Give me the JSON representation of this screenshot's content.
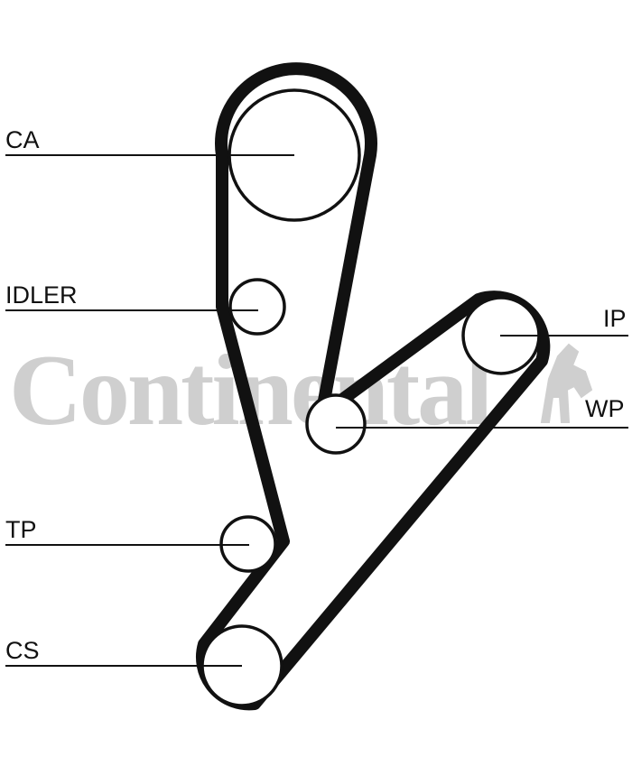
{
  "brand": {
    "watermark": "Continental"
  },
  "labels": {
    "ca": "CA",
    "idler": "IDLER",
    "ip": "IP",
    "wp": "WP",
    "tp": "TP",
    "cs": "CS"
  },
  "colors": {
    "line": "#111111",
    "watermark": "#cfcfcf",
    "background": "#ffffff"
  }
}
